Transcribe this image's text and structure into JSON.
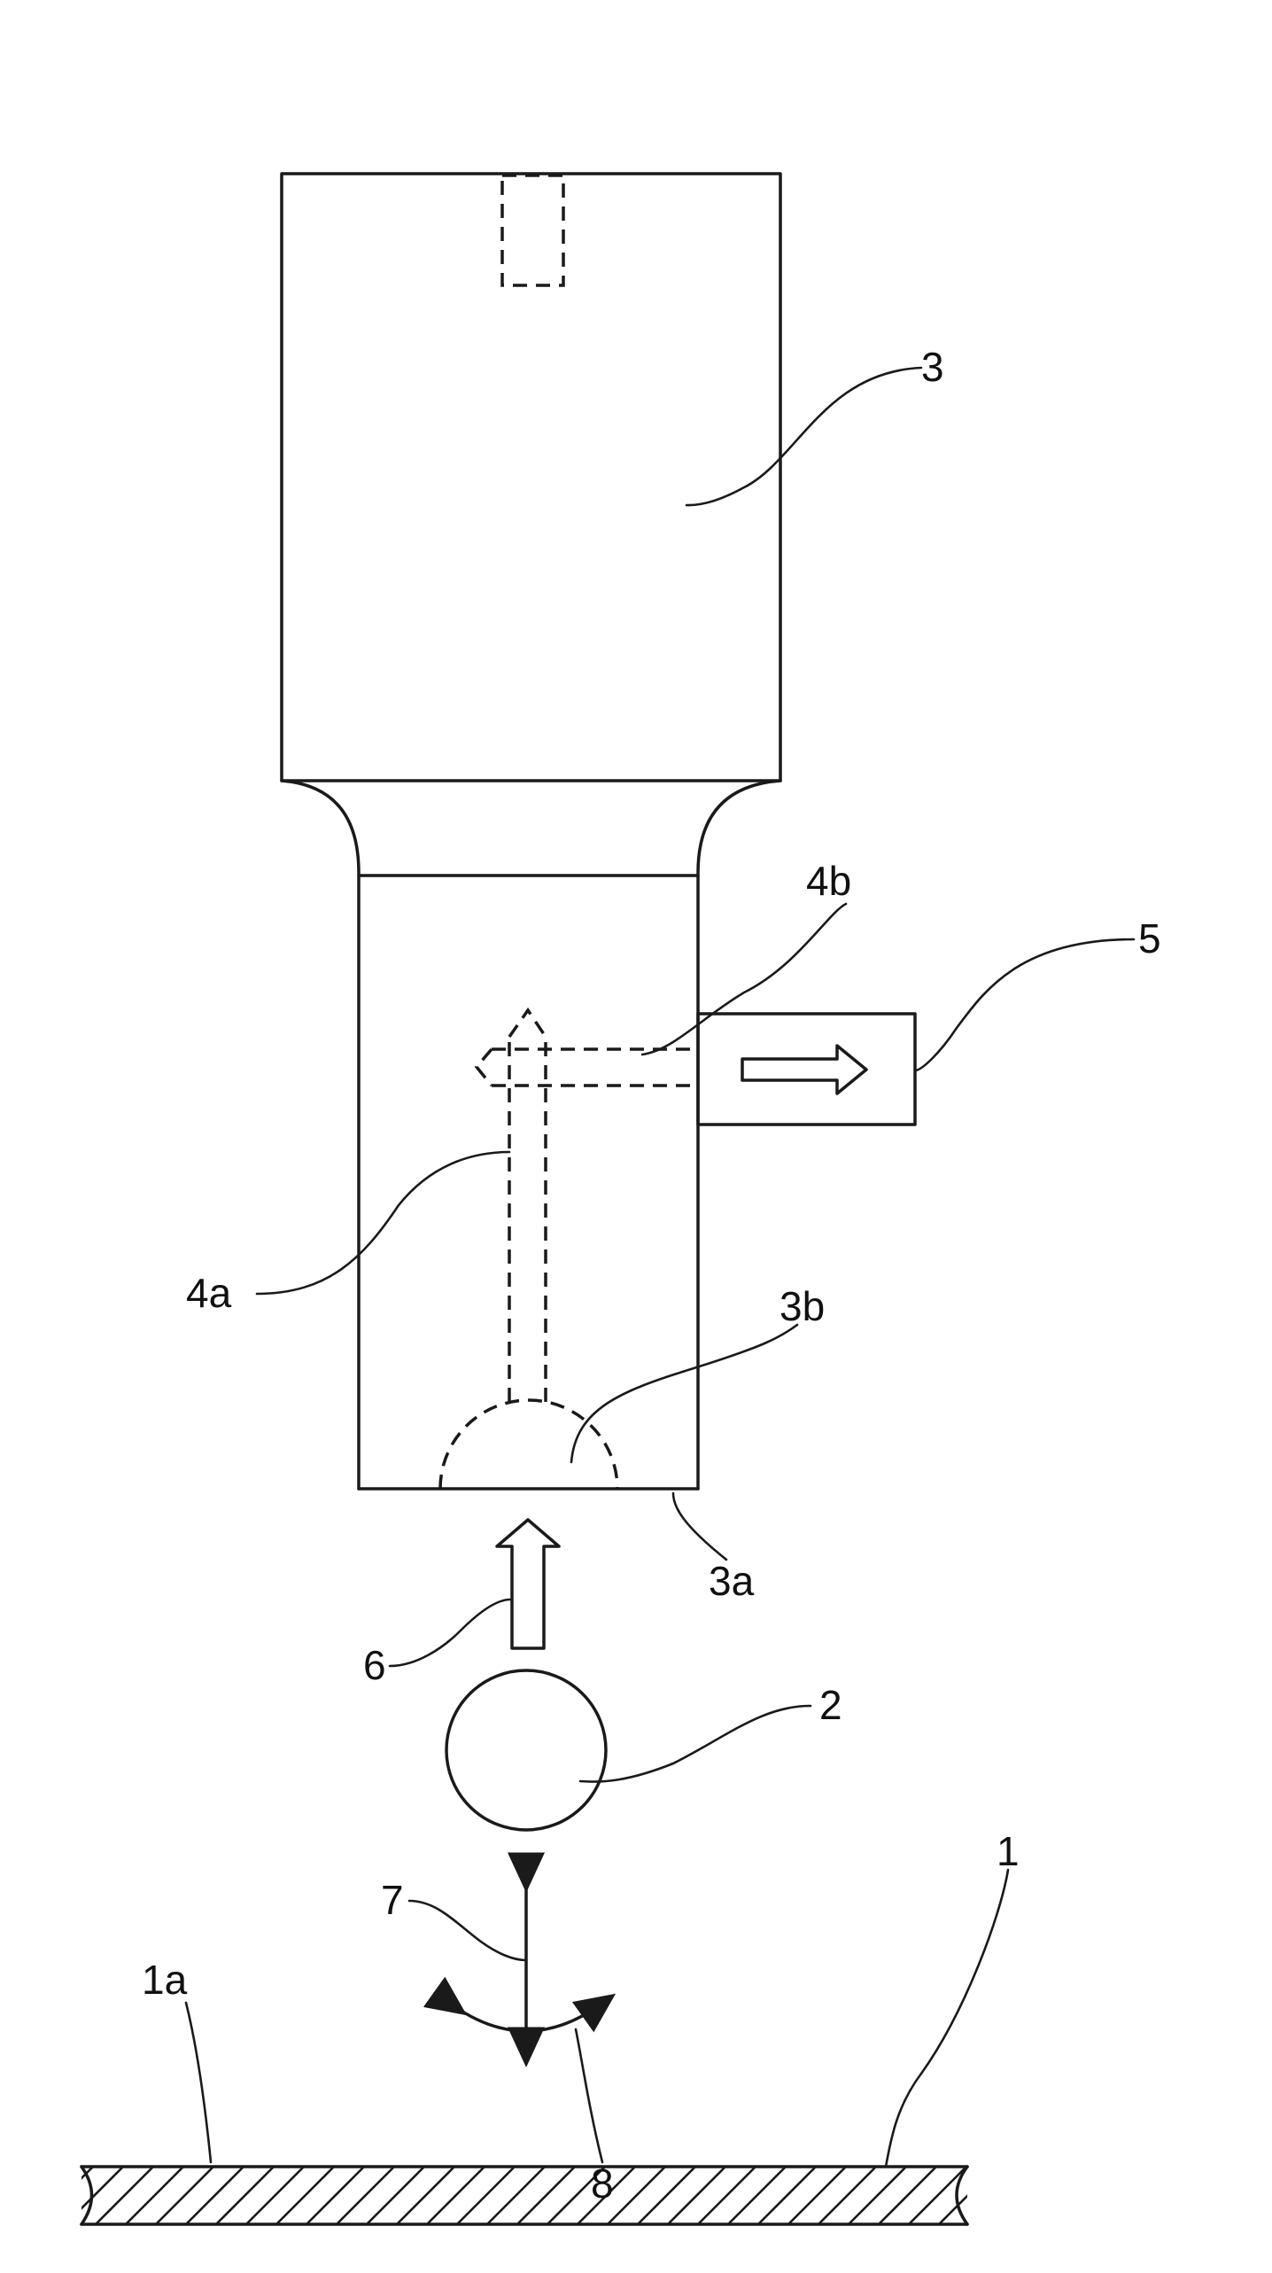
{
  "labels": {
    "tool_body": "3",
    "tip_end": "3a",
    "suction_recess": "3b",
    "vertical_passage": "4a",
    "horizontal_passage": "4b",
    "suction_device": "5",
    "suction_flow": "6",
    "ball": "2",
    "vertical_motion": "7",
    "rocking_motion": "8",
    "substrate": "1",
    "substrate_surface": "1a"
  }
}
